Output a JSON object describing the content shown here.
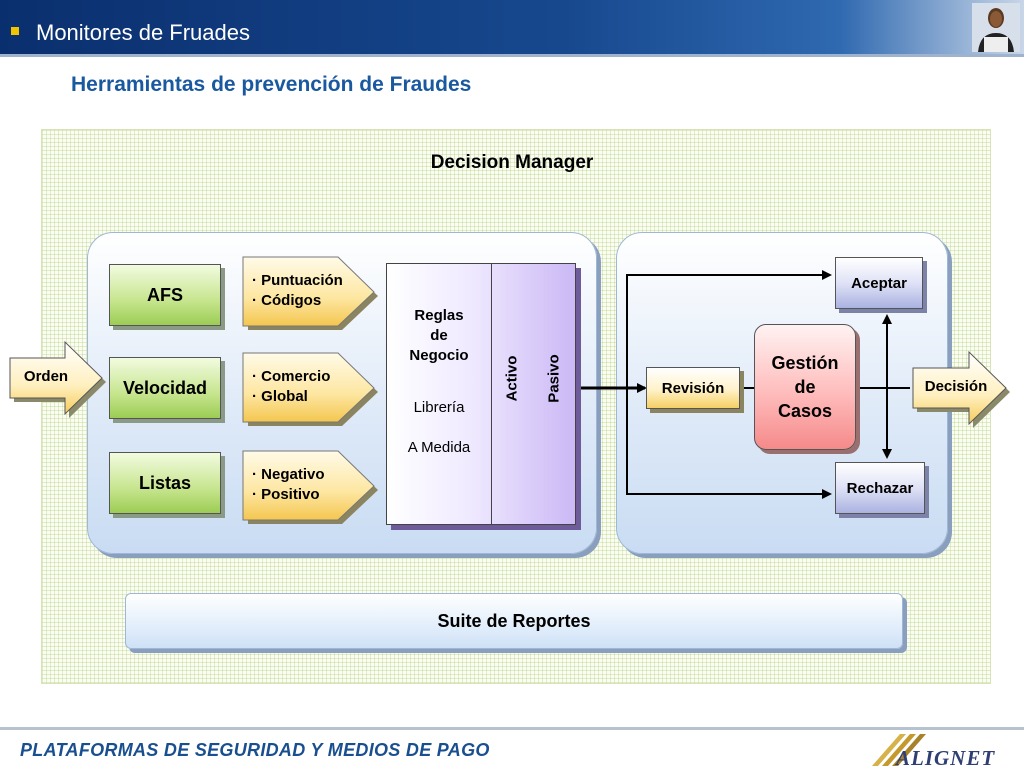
{
  "header": {
    "title": "Monitores de Fruades"
  },
  "subtitle": "Herramientas de prevención de Fraudes",
  "diagram": {
    "title": "Decision Manager",
    "input_arrow": "Orden",
    "output_arrow": "Decisión",
    "green_boxes": [
      {
        "label": "AFS"
      },
      {
        "label": "Velocidad"
      },
      {
        "label": "Listas"
      }
    ],
    "yellow_arrows": [
      {
        "items": [
          "Puntuación",
          "Códigos"
        ]
      },
      {
        "items": [
          "Comercio",
          "Global"
        ]
      },
      {
        "items": [
          "Negativo",
          "Positivo"
        ]
      }
    ],
    "rules": {
      "title_lines": [
        "Reglas",
        "de",
        "Negocio"
      ],
      "line2": "Librería",
      "line3": "A Medida",
      "col_active": "Activo",
      "col_passive": "Pasivo"
    },
    "review": "Revisión",
    "case_mgmt_lines": [
      "Gestión",
      "de",
      "Casos"
    ],
    "accept": "Aceptar",
    "reject": "Rechazar",
    "reports": "Suite de Reportes"
  },
  "footer": {
    "text": "PLATAFORMAS DE SEGURIDAD Y MEDIOS DE PAGO",
    "logo": "ALIGNET"
  },
  "colors": {
    "header": "#17488e",
    "subtitle": "#1a59a0",
    "accent_bullet": "#f2c300",
    "footer_text": "#1a4f8f"
  }
}
